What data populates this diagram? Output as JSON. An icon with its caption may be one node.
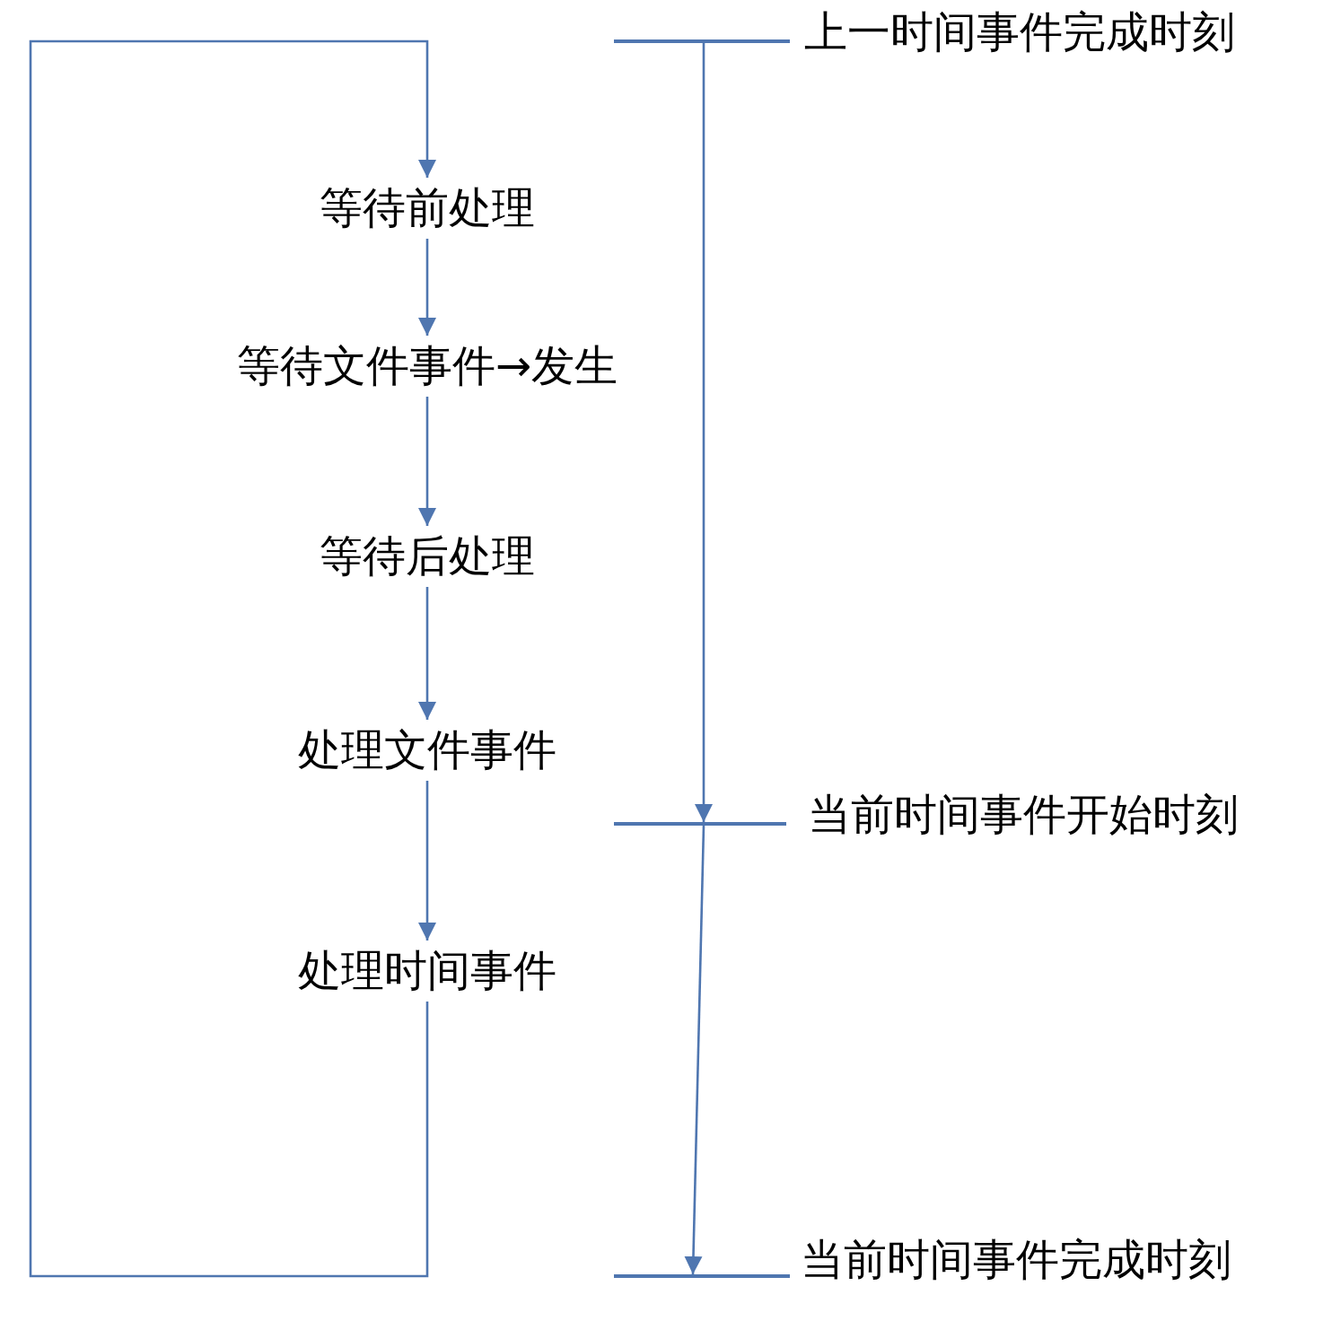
{
  "diagram": {
    "nodes": [
      {
        "text": [
          "等待前处理"
        ]
      },
      {
        "text": [
          "等待文件事件→发生"
        ]
      },
      {
        "text": [
          "等待后处理"
        ]
      },
      {
        "text": [
          "处理文件事件"
        ]
      },
      {
        "text": [
          "处理时间事件"
        ]
      },
      {
        "text": [],
        "shape": "bar",
        "beside": [
          "上一时间事件完成时刻"
        ]
      },
      {
        "text": [],
        "shape": "bar",
        "beside": [
          "当前时间事件开始时刻"
        ]
      },
      {
        "text": [],
        "shape": "bar",
        "beside": [
          "当前时间事件完成时刻"
        ]
      }
    ],
    "edges": [
      {
        "from": 0,
        "to": 1,
        "arrow": "to"
      },
      {
        "from": 1,
        "to": 2,
        "arrow": "to"
      },
      {
        "from": 2,
        "to": 3,
        "arrow": "to"
      },
      {
        "from": 3,
        "to": 4,
        "arrow": "to"
      },
      {
        "from": 4,
        "to": 0,
        "arrow": "to"
      },
      {
        "from": 5,
        "to": 6,
        "arrow": "to"
      },
      {
        "from": 6,
        "to": 7,
        "arrow": "to"
      }
    ]
  }
}
